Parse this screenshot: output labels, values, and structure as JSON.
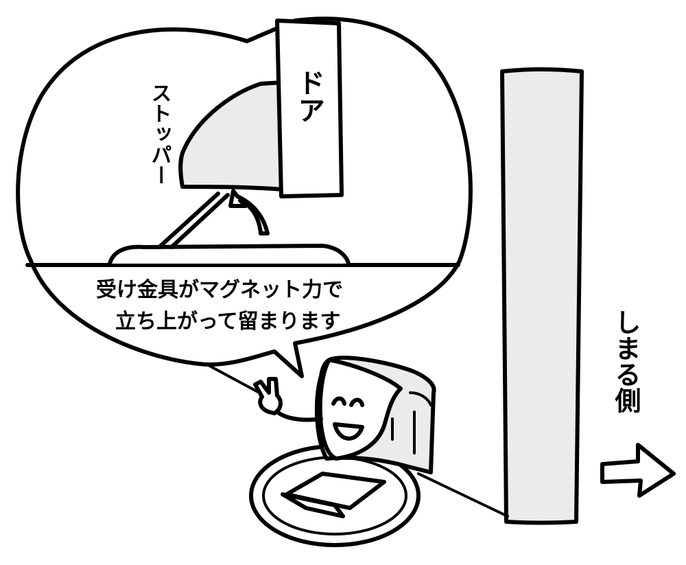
{
  "labels": {
    "door": "ドア",
    "stopper": "ストッパー",
    "caption_line1": "受け金具がマグネット力で",
    "caption_line2": "立ち上がって留まります",
    "closing_side": "しまる側"
  },
  "colors": {
    "ink": "#000000",
    "fill_gray": "#ebebeb",
    "background": "#ffffff"
  },
  "icons": {
    "up_arrow": "curved-up-arrow-icon",
    "right_arrow": "right-arrow-icon",
    "mascot": "door-stopper-mascot"
  }
}
